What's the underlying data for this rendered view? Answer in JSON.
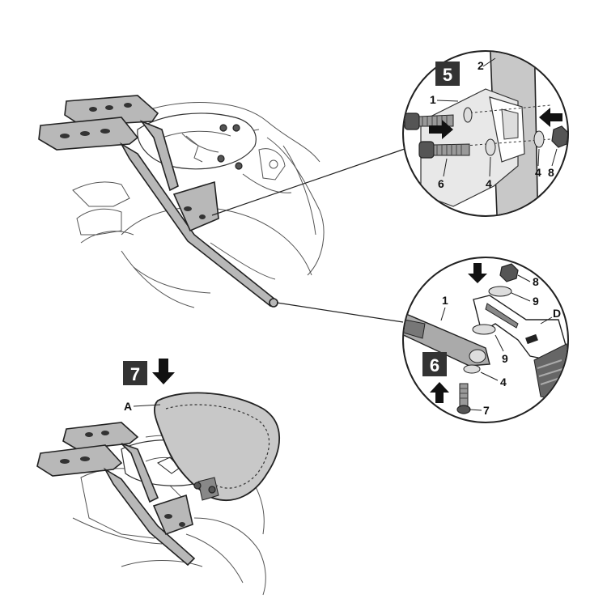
{
  "steps": {
    "step5": "5",
    "step6": "6",
    "step7": "7"
  },
  "detail_top": {
    "labels": {
      "part1": "1",
      "part2": "2",
      "part4a": "4",
      "part4b": "4",
      "part6": "6",
      "part8": "8"
    }
  },
  "detail_bottom": {
    "labels": {
      "part1": "1",
      "part8": "8",
      "part9a": "9",
      "part9b": "9",
      "partD": "D",
      "part4": "4",
      "part7": "7"
    }
  },
  "overview_bottom": {
    "labels": {
      "partA": "A"
    }
  },
  "colors": {
    "step_box": "#333333",
    "metal": "#b8b8b8",
    "line": "#222222"
  }
}
